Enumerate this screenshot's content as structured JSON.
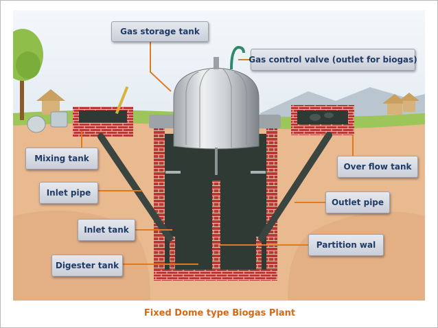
{
  "labels": {
    "gas_storage_tank": "Gas storage tank",
    "gas_control_valve": "Gas control valve (outlet for biogas)",
    "mixing_tank": "Mixing tank",
    "over_flow_tank": "Over flow tank",
    "inlet_pipe": "Inlet pipe",
    "outlet_pipe": "Outlet pipe",
    "inlet_tank": "Inlet tank",
    "partition_wall": "Partition wal",
    "digester_tank": "Digester tank"
  },
  "caption": "Fixed Dome type Biogas Plant",
  "colors": {
    "sky": "#eef3f8",
    "soil": "#e9b98f",
    "brick": "#b63a32",
    "slurry": "#2f3a35",
    "dome": "#cfd3d6",
    "leader_line": "#e07a1f",
    "label_text": "#1f3b66",
    "caption_text": "#d26a1a"
  }
}
